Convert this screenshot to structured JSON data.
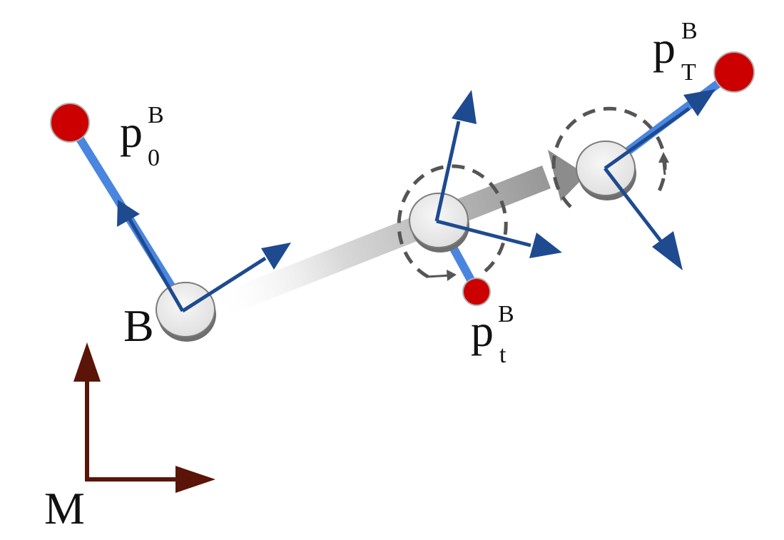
{
  "labels": {
    "base": "B",
    "map": "M",
    "p0": {
      "base": "p",
      "sup": "B",
      "sub": "0"
    },
    "pt": {
      "base": "p",
      "sup": "B",
      "sub": "t"
    },
    "pT": {
      "base": "p",
      "sup": "B",
      "sub": "T"
    }
  },
  "colors": {
    "trajectory": "#a0a0a0",
    "robot_fill": "#ececec",
    "robot_edge": "#7a7a7a",
    "frame_axes": "#1e4a8f",
    "arm_link": "#4a86e0",
    "target_point": "#cc0000",
    "map_frame": "#5a1408",
    "rotation_circle": "#555555"
  }
}
